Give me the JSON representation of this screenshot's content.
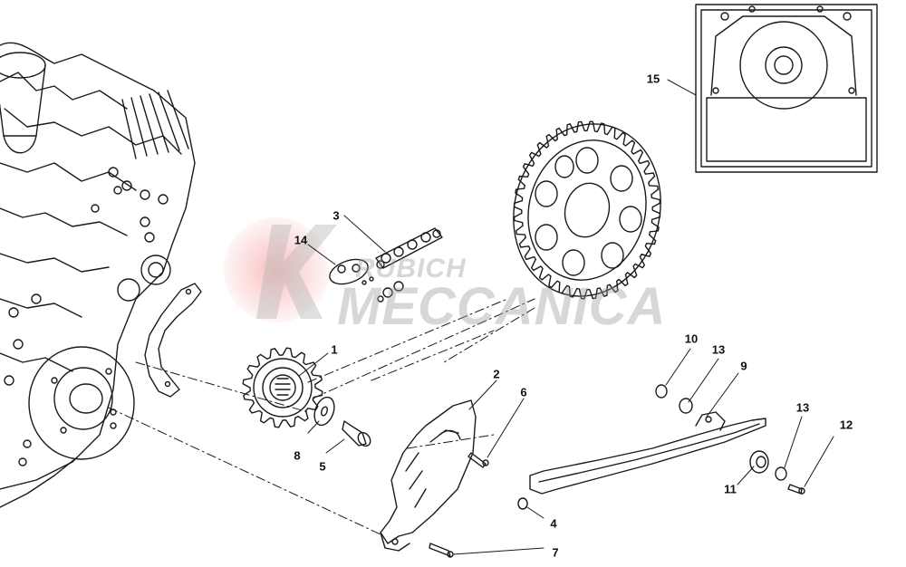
{
  "watermark": {
    "line1": "RUBICH",
    "line2": "MECCANICA",
    "accent_color": "#e03030",
    "text_color": "#999999"
  },
  "callouts": [
    {
      "id": "1",
      "label": "1"
    },
    {
      "id": "2",
      "label": "2"
    },
    {
      "id": "3",
      "label": "3"
    },
    {
      "id": "4",
      "label": "4"
    },
    {
      "id": "5",
      "label": "5"
    },
    {
      "id": "6",
      "label": "6"
    },
    {
      "id": "7",
      "label": "7"
    },
    {
      "id": "8",
      "label": "8"
    },
    {
      "id": "9",
      "label": "9"
    },
    {
      "id": "10",
      "label": "10"
    },
    {
      "id": "11",
      "label": "11"
    },
    {
      "id": "12",
      "label": "12"
    },
    {
      "id": "13a",
      "label": "13"
    },
    {
      "id": "13b",
      "label": "13"
    },
    {
      "id": "14",
      "label": "14"
    },
    {
      "id": "15",
      "label": "15"
    }
  ],
  "line_color": "#1a1a1a"
}
